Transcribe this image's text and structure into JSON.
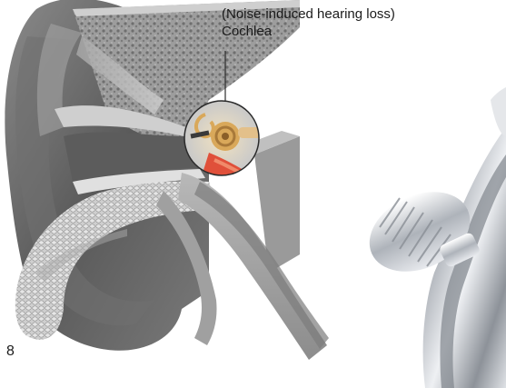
{
  "callout": {
    "qualifier": "(Noise-induced hearing loss)",
    "label": "Cochlea"
  },
  "page_number": "8",
  "colors": {
    "cochlea_highlight": "#d9a85a",
    "nerve_highlight": "#e0503a",
    "tissue_gray": "#8e8e8e",
    "chrome": "#c9ccd0"
  }
}
